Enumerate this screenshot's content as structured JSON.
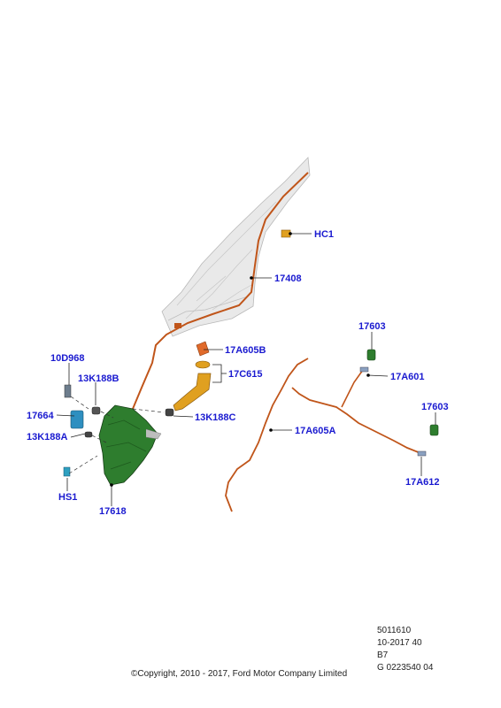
{
  "diagram": {
    "callouts": {
      "HC1": "HC1",
      "p17408": "17408",
      "p10D968": "10D968",
      "p13K188B": "13K188B",
      "p17A605B": "17A605B",
      "p17C615": "17C615",
      "p17664": "17664",
      "p13K188C": "13K188C",
      "p13K188A": "13K188A",
      "HS1": "HS1",
      "p17618": "17618",
      "p17603a": "17603",
      "p17A601": "17A601",
      "p17603b": "17603",
      "p17A605A": "17A605A",
      "p17A612": "17A612"
    },
    "colors": {
      "callout_text": "#1a1ad0",
      "hose": "#c0551a",
      "reservoir": "#2e7d2e",
      "filler_neck": "#e0a020",
      "body_panel": "#cfcfcf"
    }
  },
  "footer": {
    "ref_line1": "5011610",
    "ref_line2": "10-2017 40",
    "ref_line3": "B7",
    "ref_line4": "G 0223540 04",
    "copyright": "©Copyright, 2010 - 2017, Ford Motor Company Limited"
  }
}
